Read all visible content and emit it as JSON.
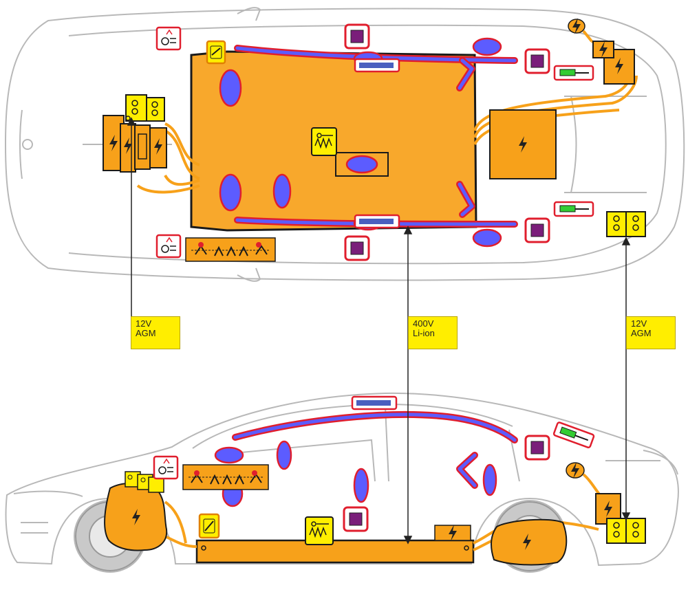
{
  "labels": {
    "front_battery": {
      "line1": "12V",
      "line2": "AGM"
    },
    "hv_battery": {
      "line1": "400V",
      "line2": "Li-ion"
    },
    "rear_battery": {
      "line1": "12V",
      "line2": "AGM"
    }
  },
  "colors": {
    "hv_orange": "#f7a11a",
    "hv_outline": "#d07a00",
    "airbag_blue": "#5c5cff",
    "airbag_red": "#e01e2d",
    "lowvolt_yellow": "#ffee00",
    "seatbelt_purple": "#7a1e7a",
    "gas_spring_green": "#33cc33",
    "car_outline": "#b8b8b8",
    "leader_line": "#222222"
  },
  "icons": [
    "high-voltage-icon",
    "battery-12v-icon",
    "airbag-icon",
    "seatbelt-pretensioner-icon",
    "gas-spring-icon",
    "roll-over-protection-icon",
    "fuse-box-icon",
    "headlamp-control-icon",
    "high-voltage-disconnect-icon"
  ]
}
